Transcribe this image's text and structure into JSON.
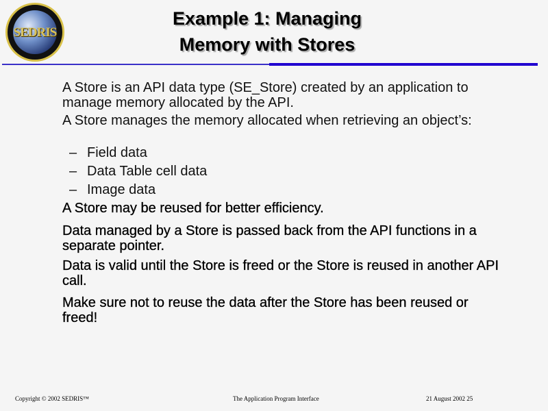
{
  "logo": {
    "text": "SEDRIS"
  },
  "title": {
    "line1": "Example 1: Managing",
    "line2": "Memory with Stores"
  },
  "body": {
    "p1": "A Store is an API data type (SE_Store) created by an application to manage memory allocated by the API.",
    "p2": "A Store manages the memory allocated when retrieving an object’s:",
    "subitems": [
      "Field data",
      "Data Table cell data",
      "Image data"
    ],
    "p3": "A Store may be reused for better efficiency.",
    "p4": "Data managed by a Store is passed back from the API functions in a separate pointer.",
    "p5": "Data is valid until the Store is freed or the Store is reused in another API call.",
    "p6": "Make sure not to reuse the data after the Store has been reused or freed!"
  },
  "bullet_dash": "–",
  "footer": {
    "copyright": "Copyright © 2002 SEDRIS™",
    "center": "The Application Program Interface",
    "date_page": "21 August 2002 25"
  },
  "colors": {
    "rule": "#2000d0",
    "background": "#f5f5f5"
  }
}
